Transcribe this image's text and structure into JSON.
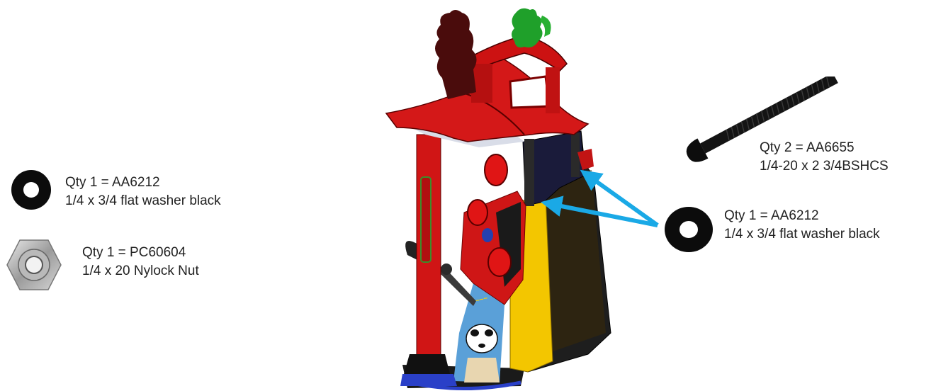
{
  "parts": [
    {
      "icon": "washer-icon",
      "qty_line": "Qty 1 = AA6212",
      "desc_line": "1/4 x 3/4 flat washer black"
    },
    {
      "icon": "nylock-nut-icon",
      "qty_line": "Qty 1 = PC60604",
      "desc_line": "1/4 x 20 Nylock Nut"
    },
    {
      "icon": "bolt-icon",
      "qty_line": "Qty 2 = AA6655",
      "desc_line": "1/4-20 x 2 3/4BSHCS"
    },
    {
      "icon": "washer-icon",
      "qty_line": "Qty 1 = AA6212",
      "desc_line": "1/4 x 3/4 flat washer black"
    }
  ],
  "colors": {
    "arrow": "#1aa9e6",
    "cabinet_red": "#d41a1a",
    "cabinet_dark": "#1b1b1b",
    "cabinet_yellow": "#f2c400",
    "hardware_black": "#111111"
  }
}
